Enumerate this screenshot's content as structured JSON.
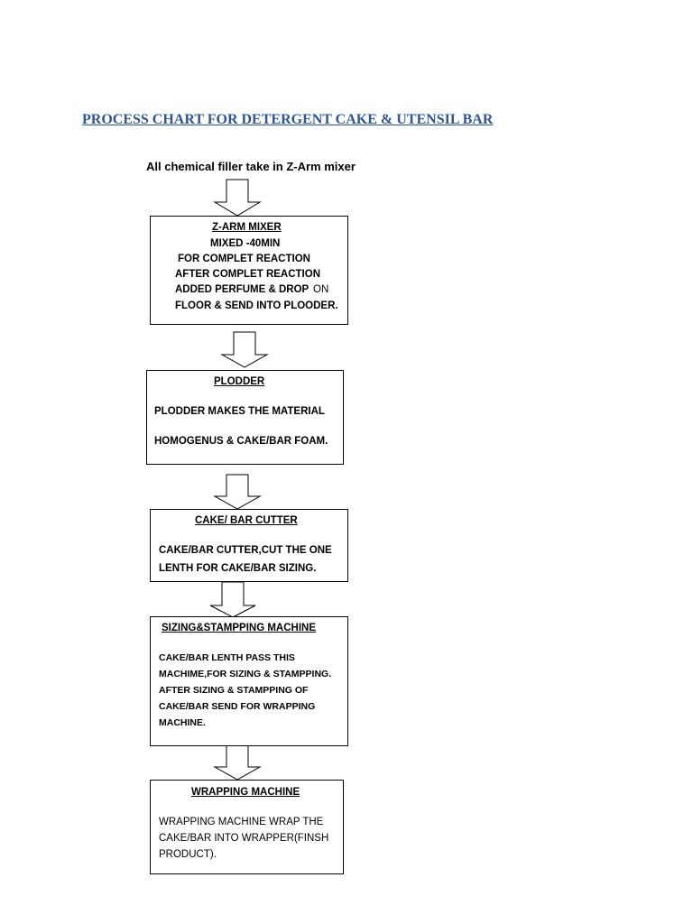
{
  "title": "PROCESS CHART FOR DETERGENT CAKE & UTENSIL BAR",
  "intro": "All chemical filler take in Z-Arm mixer",
  "steps": [
    {
      "heading": "Z-ARM MIXER",
      "lines": [
        "MIXED -40MIN",
        "FOR COMPLET REACTION",
        "AFTER COMPLET REACTION",
        "ADDED PERFUME & DROP",
        "ON",
        "FLOOR & SEND INTO PLOODER."
      ]
    },
    {
      "heading": "PLODDER",
      "lines": [
        "PLODDER MAKES THE MATERIAL",
        "HOMOGENUS & CAKE/BAR FOAM."
      ]
    },
    {
      "heading": "CAKE/ BAR CUTTER",
      "lines": [
        "CAKE/BAR CUTTER,CUT THE ONE",
        "LENTH FOR CAKE/BAR SIZING."
      ]
    },
    {
      "heading": "SIZING&STAMPPING MACHINE",
      "lines": [
        "CAKE/BAR LENTH PASS THIS",
        "MACHIME,FOR SIZING & STAMPPING.",
        "AFTER SIZING & STAMPPING OF",
        "CAKE/BAR SEND FOR WRAPPING",
        "MACHINE."
      ]
    },
    {
      "heading": "WRAPPING MACHINE",
      "lines": [
        "WRAPPING MACHINE WRAP THE",
        "CAKE/BAR INTO WRAPPER(FINSH",
        "PRODUCT)."
      ]
    }
  ]
}
